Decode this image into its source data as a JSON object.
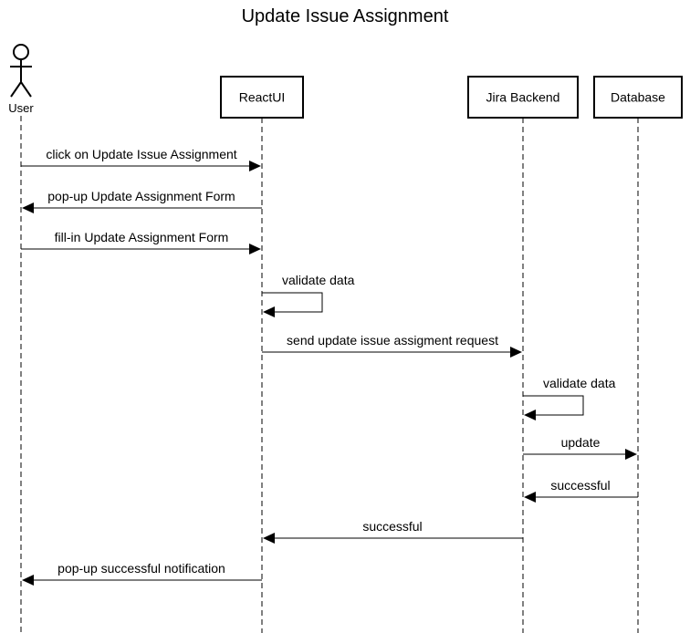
{
  "title": "Update Issue Assignment",
  "colors": {
    "line": "#000000",
    "background": "#ffffff"
  },
  "participants": [
    {
      "id": "user",
      "label": "User",
      "kind": "actor"
    },
    {
      "id": "reactui",
      "label": "ReactUI",
      "kind": "box"
    },
    {
      "id": "backend",
      "label": "Jira Backend",
      "kind": "box"
    },
    {
      "id": "database",
      "label": "Database",
      "kind": "box"
    }
  ],
  "messages": [
    {
      "from": "user",
      "to": "reactui",
      "label": "click on Update Issue Assignment"
    },
    {
      "from": "reactui",
      "to": "user",
      "label": "pop-up Update Assignment Form"
    },
    {
      "from": "user",
      "to": "reactui",
      "label": "fill-in Update Assignment Form"
    },
    {
      "from": "reactui",
      "to": "reactui",
      "label": "validate data"
    },
    {
      "from": "reactui",
      "to": "backend",
      "label": "send update issue assigment request"
    },
    {
      "from": "backend",
      "to": "backend",
      "label": "validate data"
    },
    {
      "from": "backend",
      "to": "database",
      "label": "update"
    },
    {
      "from": "database",
      "to": "backend",
      "label": "successful"
    },
    {
      "from": "backend",
      "to": "reactui",
      "label": "successful"
    },
    {
      "from": "reactui",
      "to": "user",
      "label": "pop-up successful notification"
    }
  ]
}
